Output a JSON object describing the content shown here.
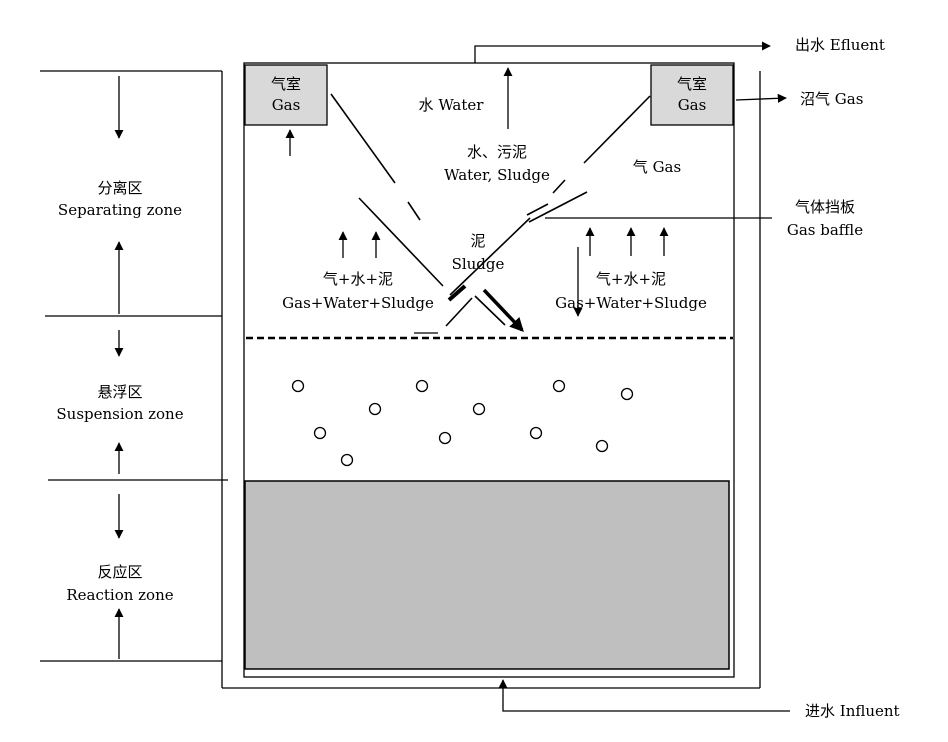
{
  "zones": {
    "separating": {
      "cn": "分离区",
      "en": "Separating zone"
    },
    "suspension": {
      "cn": "悬浮区",
      "en": "Suspension zone"
    },
    "reaction": {
      "cn": "反应区",
      "en": "Reaction zone"
    }
  },
  "gas_chamber_left": {
    "cn": "气室",
    "en": "Gas"
  },
  "gas_chamber_right": {
    "cn": "气室",
    "en": "Gas"
  },
  "labels": {
    "water": "水 Water",
    "water_sludge_cn": "水、污泥",
    "water_sludge_en": "Water, Sludge",
    "gas_inner": "气 Gas",
    "sludge_cn": "泥",
    "sludge_en": "Sludge",
    "mix_left_cn": "气+水+泥",
    "mix_left_en": "Gas+Water+Sludge",
    "mix_right_cn": "气+水+泥",
    "mix_right_en": "Gas+Water+Sludge"
  },
  "outputs": {
    "effluent": "出水 Efluent",
    "biogas": "沼气 Gas",
    "gas_baffle_cn": "气体挡板",
    "gas_baffle_en": "Gas baffle",
    "influent": "进水 Influent"
  },
  "colors": {
    "line": "#000000",
    "gas_box": "#d9d9d9",
    "reaction_fill": "#bfbfbf"
  }
}
